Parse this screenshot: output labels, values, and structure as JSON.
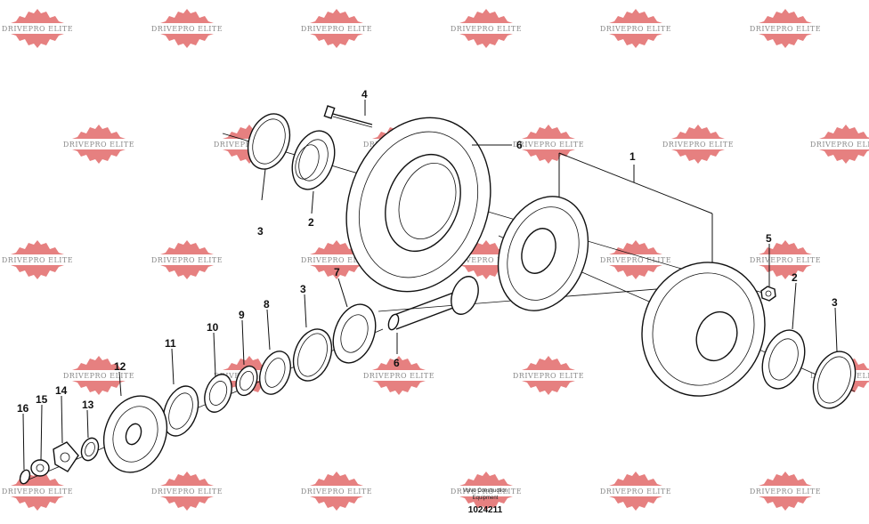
{
  "watermark": {
    "text": "DRIVEPRO ELITE",
    "color": "#e06060"
  },
  "callouts": [
    "1",
    "2",
    "2",
    "3",
    "3",
    "3",
    "4",
    "5",
    "6",
    "6",
    "7",
    "8",
    "9",
    "10",
    "11",
    "12",
    "13",
    "14",
    "15",
    "16"
  ],
  "footer": {
    "caption_line1": "Volvo Construction",
    "caption_line2": "Equipment",
    "doc_number": "1024211"
  }
}
